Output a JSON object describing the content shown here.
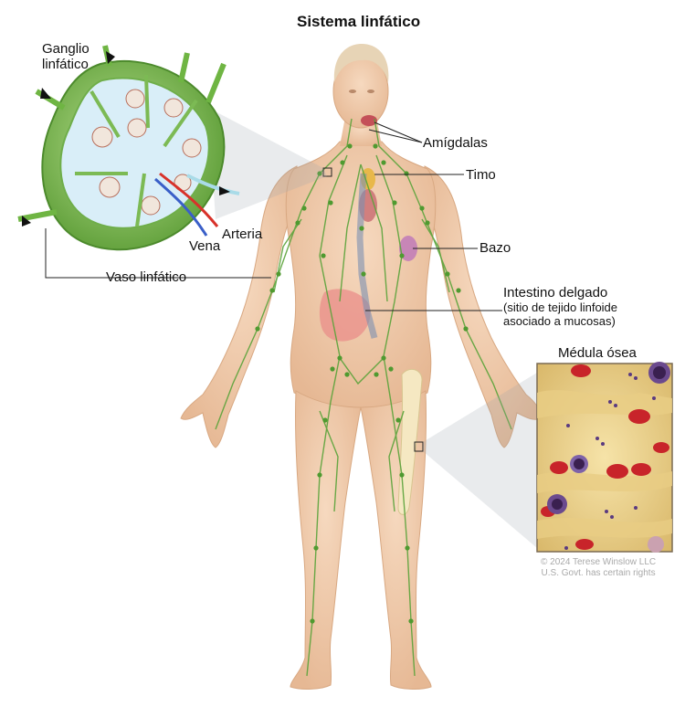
{
  "title": "Sistema linfático",
  "labels": {
    "ganglio_line1": "Ganglio",
    "ganglio_line2": "linfático",
    "amigdalas": "Amígdalas",
    "timo": "Timo",
    "bazo": "Bazo",
    "arteria": "Arteria",
    "vena": "Vena",
    "vaso": "Vaso linfático",
    "intestino": "Intestino delgado",
    "intestino_sub1": "(sitio de tejido linfoide",
    "intestino_sub2": "asociado a mucosas)",
    "medula": "Médula ósea"
  },
  "credit": {
    "line1": "© 2024 Terese Winslow LLC",
    "line2": "U.S. Govt. has certain rights"
  },
  "colors": {
    "skin": "#f2cfb0",
    "skin_shade": "#e4b896",
    "lymph": "#5aa33a",
    "node_outer": "#8ccc5e",
    "node_inner": "#d7ecf7",
    "artery": "#d8322a",
    "vein": "#3a5fc8",
    "marrow_bg": "#f3dc9a",
    "rbc": "#c8242a",
    "wbc": "#4a2c6e"
  }
}
